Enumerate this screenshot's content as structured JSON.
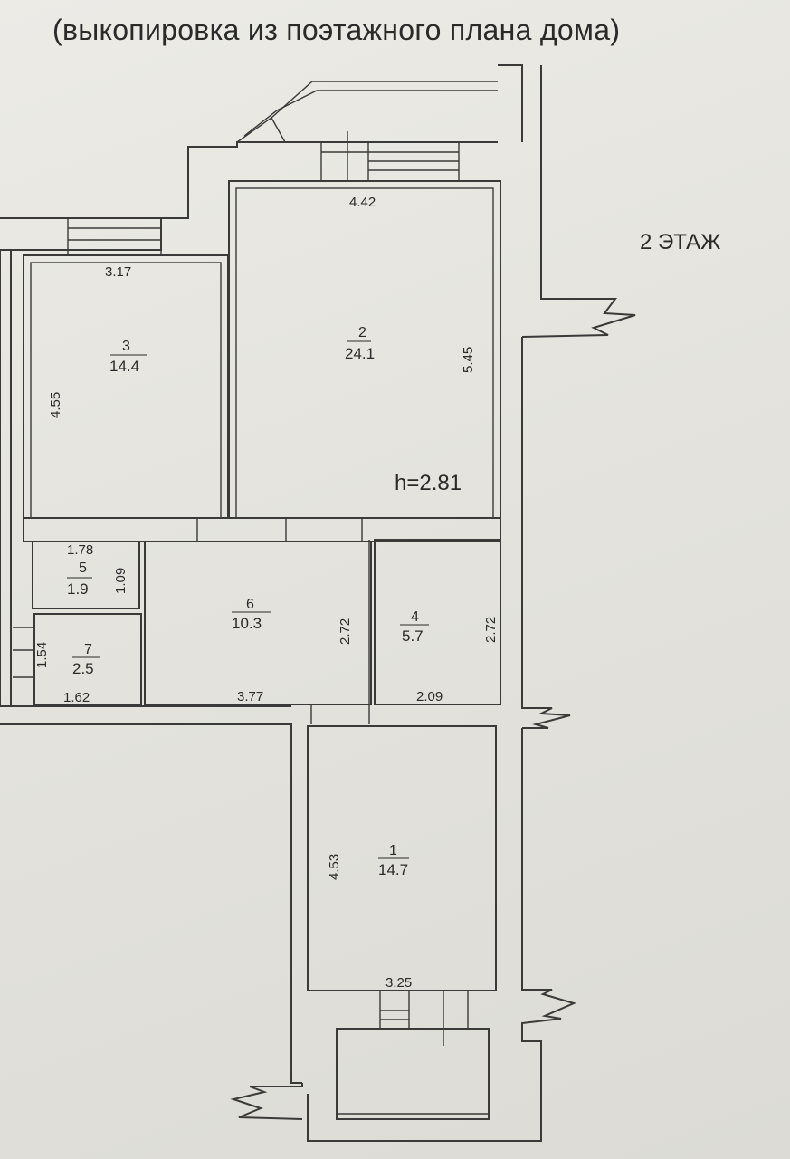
{
  "header": {
    "title": "(выкопировка из поэтажного плана дома)"
  },
  "floor_label": "2  ЭТАЖ",
  "ceiling_height": "h=2.81",
  "rooms": [
    {
      "number": "1",
      "area": "14.7",
      "length": "3.25",
      "width": "4.53"
    },
    {
      "number": "2",
      "area": "24.1",
      "length": "4.42",
      "width": "5.45"
    },
    {
      "number": "3",
      "area": "14.4",
      "length": "3.17",
      "width": "4.55"
    },
    {
      "number": "4",
      "area": "5.7",
      "length": "2.09",
      "width": "2.72"
    },
    {
      "number": "5",
      "area": "1.9",
      "length": "1.78",
      "width": "1.09"
    },
    {
      "number": "6",
      "area": "10.3",
      "length": "3.77",
      "width": "2.72"
    },
    {
      "number": "7",
      "area": "2.5",
      "length": "1.62",
      "width": "1.54"
    }
  ]
}
